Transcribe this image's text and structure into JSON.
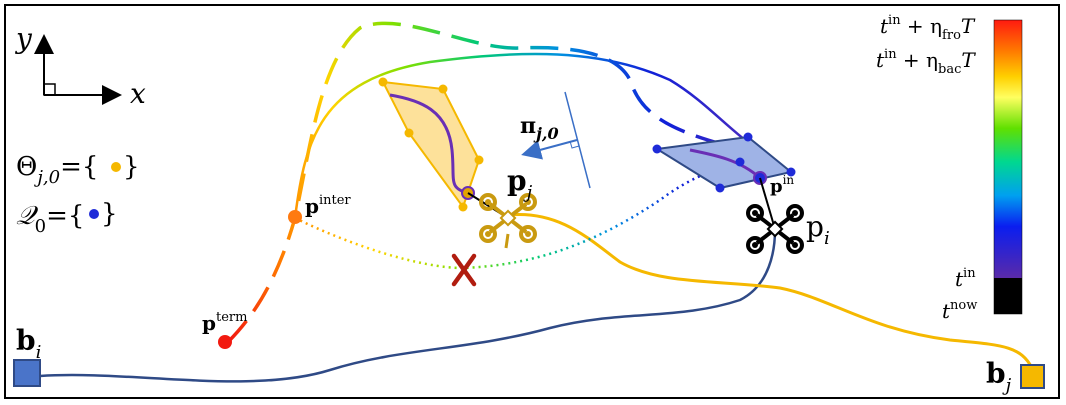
{
  "axes": {
    "y_label": "y",
    "x_label": "x"
  },
  "sets": {
    "theta_prefix": "Θ",
    "theta_sub": "j,0",
    "theta_suffix": "={",
    "q_prefix": "𝒬",
    "q_sub": "0",
    "q_suffix": "={",
    "close_brace": "}"
  },
  "points": {
    "p_inter_base": "p",
    "p_inter_sup": "inter",
    "p_term_base": "p",
    "p_term_sup": "term",
    "p_in_base": "p",
    "p_in_sup": "in"
  },
  "agents": {
    "pj_base": "p",
    "pj_sub": "j",
    "pi_base": "p",
    "pi_sub": "i"
  },
  "bases": {
    "bi_base": "b",
    "bi_sub": "i",
    "bj_base": "b",
    "bj_sub": "j"
  },
  "plane": {
    "pi_base": "π",
    "pi_sub": "j,0"
  },
  "colorbar": {
    "top_t": "t",
    "top_sup": "in",
    "top_rest": " + η",
    "top_sub": "fro",
    "top_T": "T",
    "mid_t": "t",
    "mid_sup": "in",
    "mid_rest": " + η",
    "mid_sub": "bac",
    "mid_T": "T",
    "tin_t": "t",
    "tin_sup": "in",
    "tnow_t": "t",
    "tnow_sup": "now"
  },
  "colors": {
    "yellow": "#f5b800",
    "blue": "#1f2bd8",
    "navy": "#2f4a86",
    "purple": "#6a2fb5",
    "red_x": "#b11d10",
    "poly_yellow_fill": "#fde19a",
    "poly_blue_fill": "#9fb3e6"
  }
}
